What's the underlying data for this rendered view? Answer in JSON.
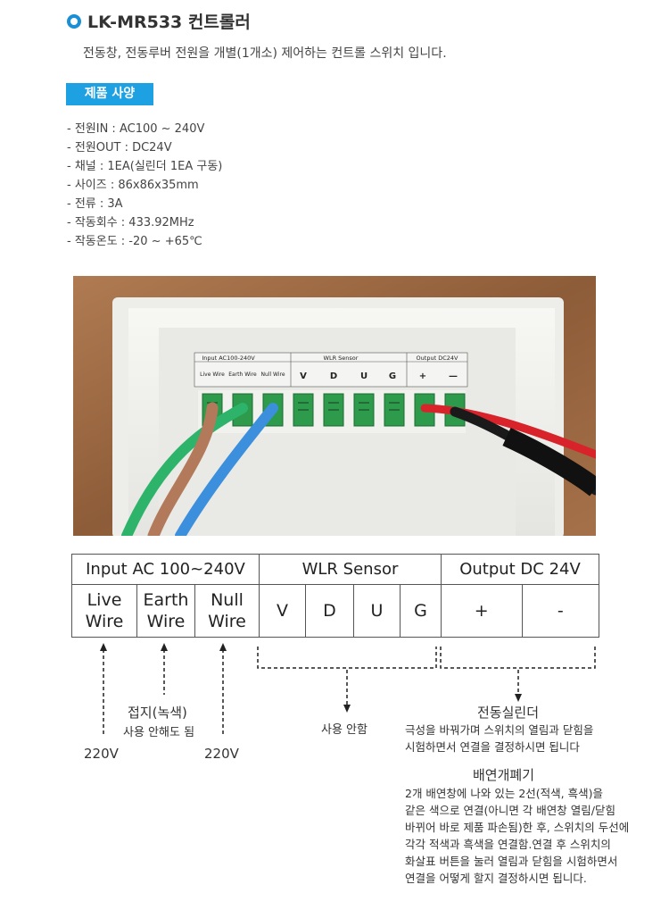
{
  "header": {
    "title": "LK-MR533 컨트롤러",
    "intro": "전동창, 전동루버 전원을  개별(1개소) 제어하는 컨트롤 스위치 입니다."
  },
  "spec": {
    "badge": "제품 사양",
    "items": [
      "- 전원IN : AC100 ~ 240V",
      "- 전원OUT : DC24V",
      "- 채널 : 1EA(실린더 1EA 구동)",
      "- 사이즈 :  86x86x35mm",
      "- 전류 :  3A",
      "- 작동회수 : 433.92MHz",
      "- 작동온도 : -20 ~ +65℃"
    ]
  },
  "photo": {
    "header_labels": [
      "Input AC100-240V",
      "WLR Sensor",
      "Output DC24V"
    ],
    "sub_labels": [
      "Live Wire",
      "Earth Wire",
      "Null Wire"
    ],
    "pins": [
      "V",
      "D",
      "U",
      "G",
      "+",
      "—"
    ],
    "colors": {
      "wood": "#9a6a43",
      "panel": "#f2f2ef",
      "terminal": "#2e9a4b",
      "wire_green": "#2db36a",
      "wire_blue": "#3b8fdc",
      "wire_brown": "#b27a5a",
      "wire_red": "#d8232a",
      "wire_black": "#1a1a1a"
    }
  },
  "wiring_table": {
    "headers": [
      "Input AC 100~240V",
      "WLR Sensor",
      "Output DC 24V"
    ],
    "input": [
      {
        "line1": "Live",
        "line2": "Wire"
      },
      {
        "line1": "Earth",
        "line2": "Wire"
      },
      {
        "line1": "Null",
        "line2": "Wire"
      }
    ],
    "sensor": [
      "V",
      "D",
      "U",
      "G"
    ],
    "output": [
      "+",
      "-"
    ]
  },
  "notes": {
    "live_voltage": "220V",
    "null_voltage": "220V",
    "earth_title": "접지(녹색)",
    "earth_desc": "사용 안해도 됨",
    "sensor_desc": "사용 안함",
    "cylinder_title": "전동실린더",
    "cylinder_desc": [
      "극성을 바꿔가며 스위치의 열림과 닫힘을",
      "시험하면서 연결을 결정하시면 됩니다"
    ],
    "window_title": "배연개폐기",
    "window_desc": [
      "2개 배연창에 나와 있는 2선(적색, 흑색)을",
      "같은 색으로 연결(아니면 각 배연창 열림/닫힘",
      "바뀌어 바로 제품 파손됨)한 후, 스위치의 두선에",
      "각각 적색과 흑색을 연결함.연결 후 스위치의",
      "화살표  버튼을 눌러 열림과 닫힘을 시험하면서",
      "연결을 어떻게 할지 결정하시면 됩니다."
    ]
  }
}
